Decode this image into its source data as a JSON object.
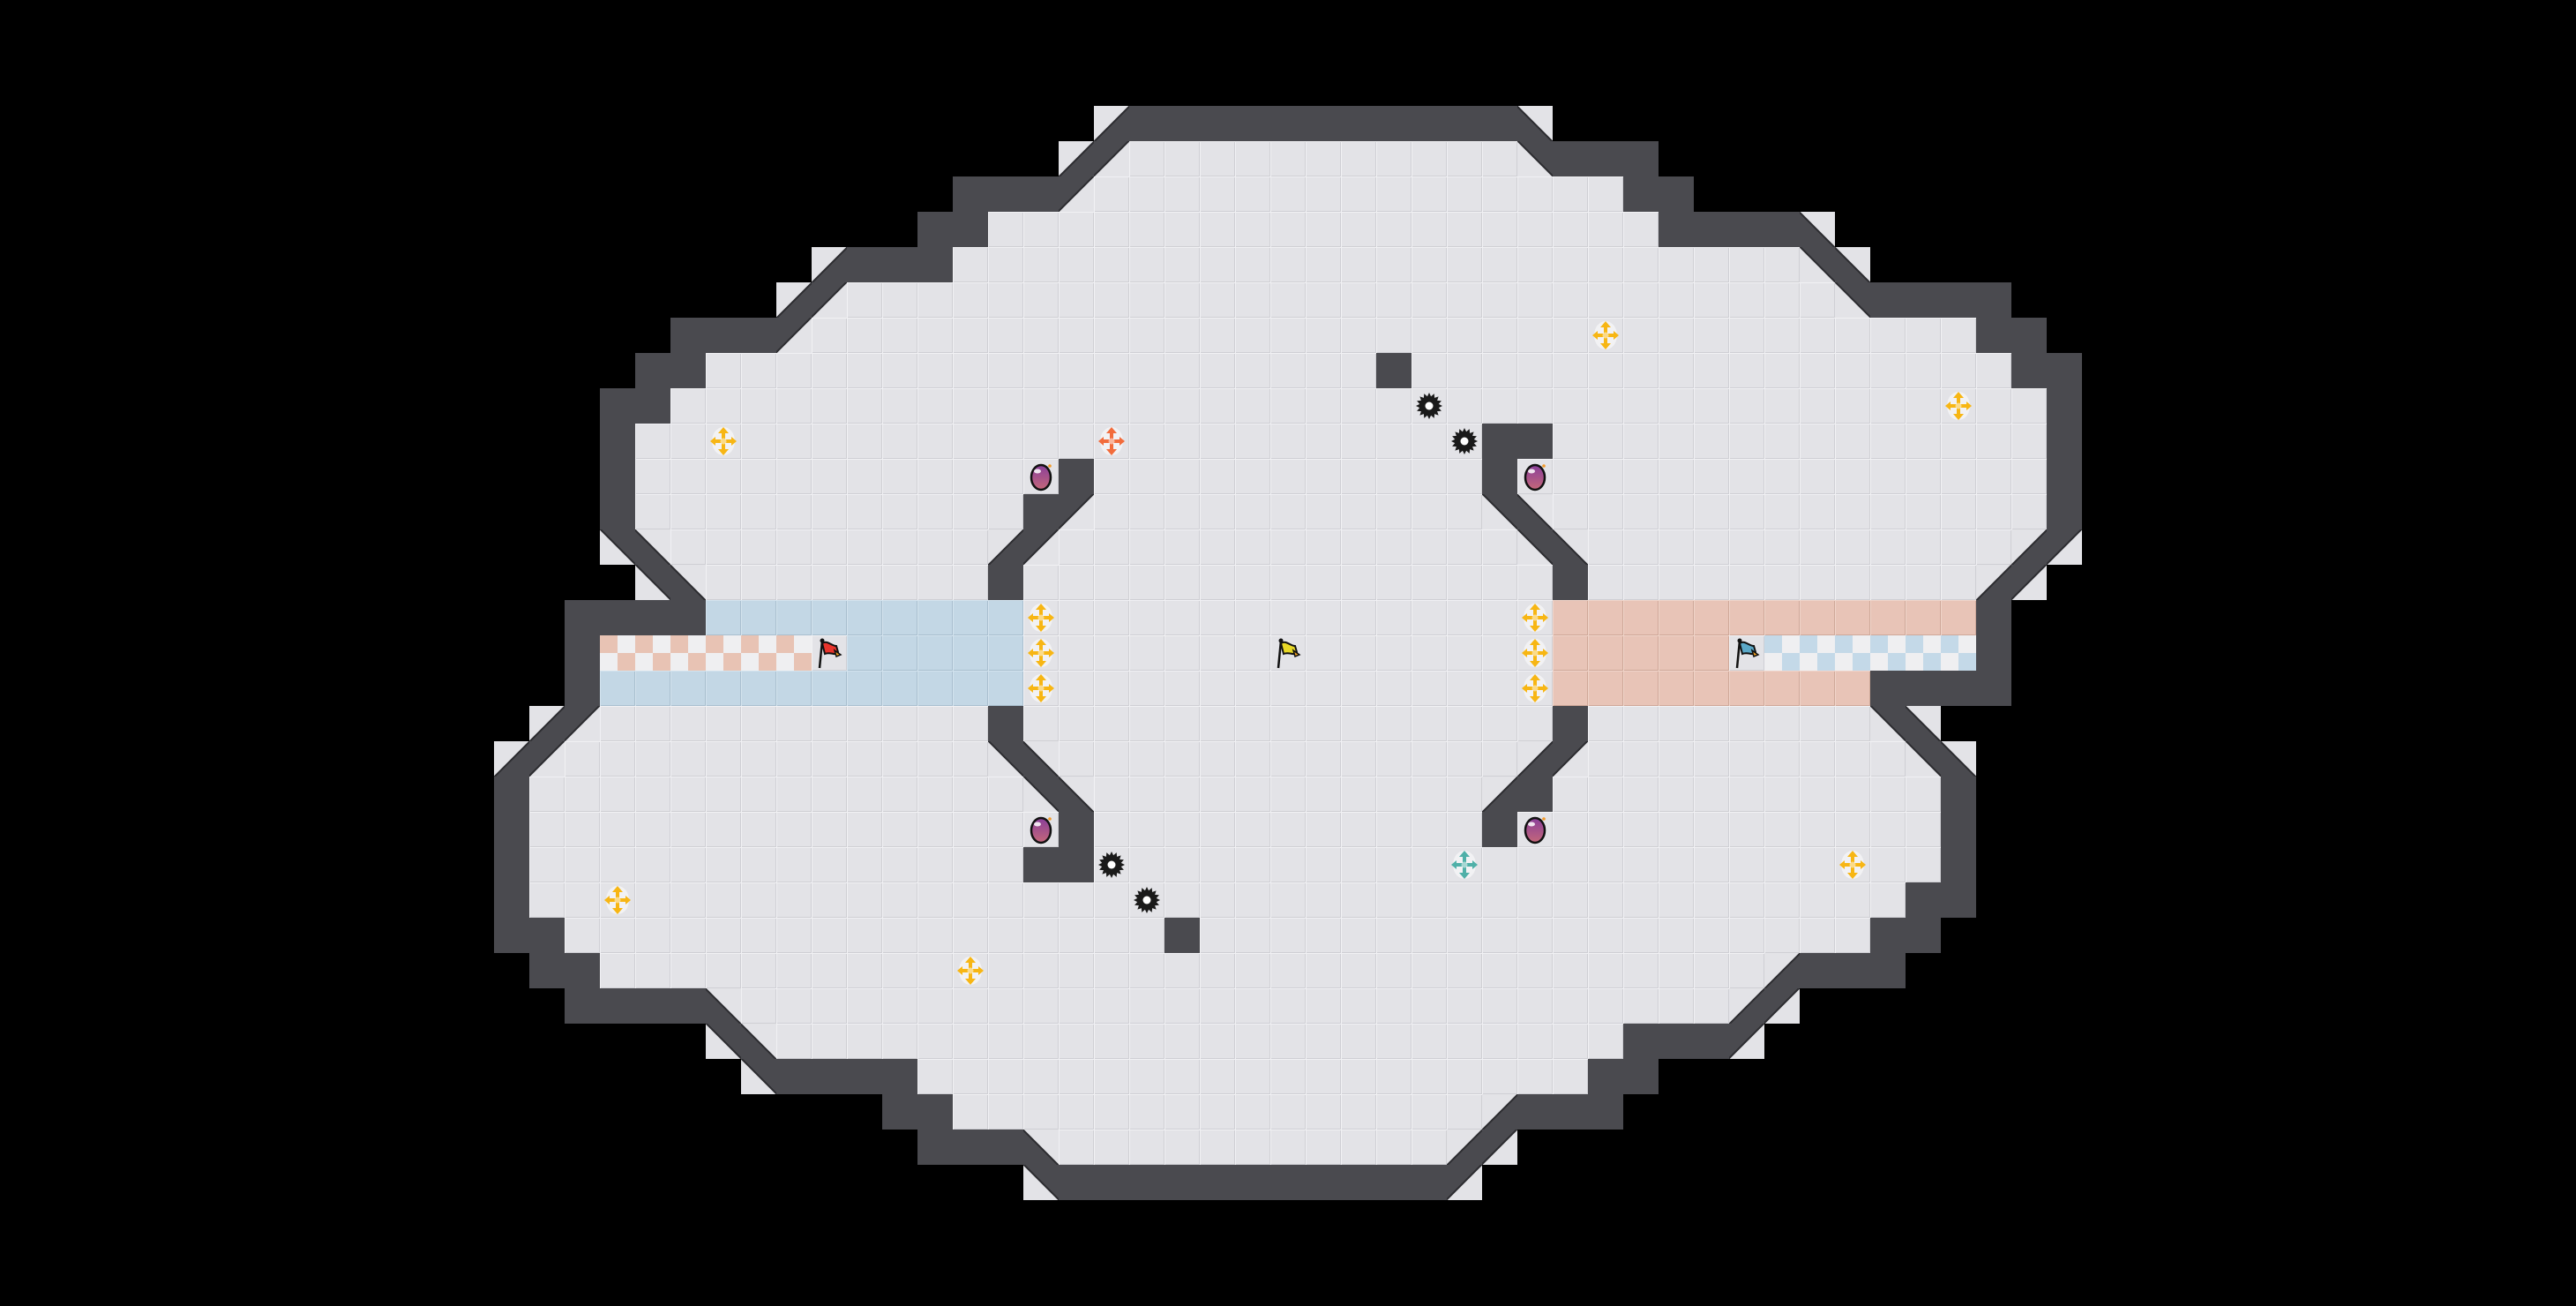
{
  "colors": {
    "background": "#000000",
    "floor": "#e3e3e7",
    "wall": "#4a4a4f",
    "blue_team_tile": "#c3d7e5",
    "red_team_tile": "#e8c4b7",
    "neutral_boost": "#f7b614",
    "red_boost": "#f26c3c",
    "blue_boost": "#4fb0a8",
    "bomb": "#9a4f9a",
    "spike": "#1a1a1a"
  },
  "flags": [
    {
      "team": "red",
      "color": "#e8342c",
      "icon": "red-flag-icon"
    },
    {
      "team": "neutral",
      "color": "#e8d827",
      "icon": "yellow-flag-icon"
    },
    {
      "team": "blue",
      "color": "#5aa8c8",
      "icon": "blue-flag-icon"
    }
  ],
  "entity_icons": [
    "boost-icon",
    "bomb-icon",
    "spike-icon",
    "flag-icon"
  ]
}
